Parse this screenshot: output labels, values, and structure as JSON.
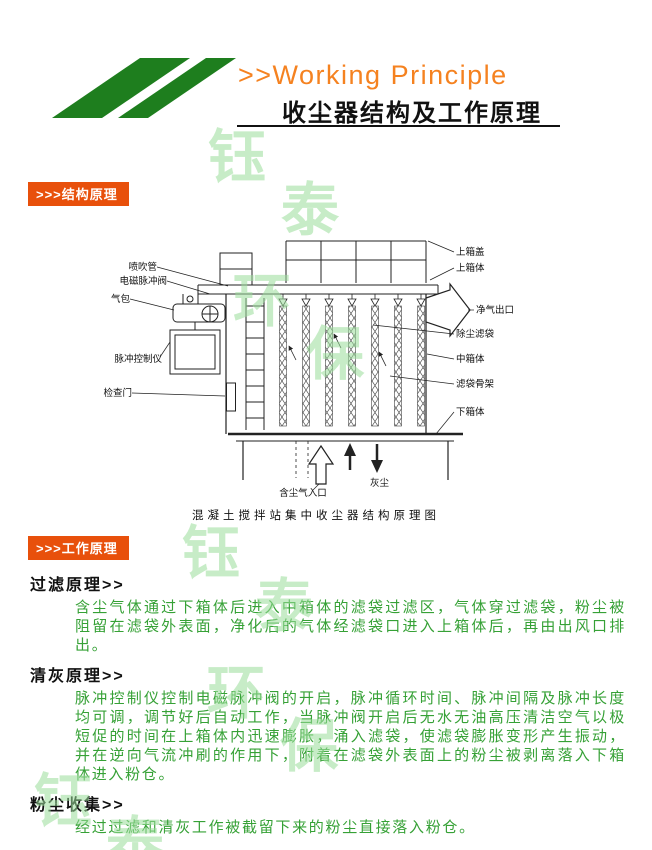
{
  "header": {
    "title_en": ">>Working Principle",
    "title_zh": "收尘器结构及工作原理"
  },
  "badges": {
    "structure": ">>>结构原理",
    "working": ">>>工作原理"
  },
  "diagram": {
    "caption": "混凝土搅拌站集中收尘器结构原理图",
    "labels": {
      "spray_pipe": "喷吹管",
      "solenoid_pulse_valve": "电磁脉冲阀",
      "air_bag": "气包",
      "pulse_controller": "脉冲控制仪",
      "inspection_door": "检查门",
      "top_cover": "上箱盖",
      "upper_box": "上箱体",
      "clean_air_outlet": "净气出口",
      "dust_filter_bag": "除尘滤袋",
      "middle_box": "中箱体",
      "bag_cage": "滤袋骨架",
      "lower_box": "下箱体",
      "dusty_air_inlet": "含尘气入口",
      "dust": "灰尘"
    }
  },
  "content": {
    "filter": {
      "heading": "过滤原理>>",
      "body": "含尘气体通过下箱体后进入中箱体的滤袋过滤区，气体穿过滤袋，粉尘被阻留在滤袋外表面，净化后的气体经滤袋口进入上箱体后，再由出风口排出。"
    },
    "cleaning": {
      "heading": "清灰原理>>",
      "body": "脉冲控制仪控制电磁脉冲阀的开启，脉冲循环时间、脉冲间隔及脉冲长度均可调，调节好后自动工作，当脉冲阀开启后无水无油高压清洁空气以极短促的时间在上箱体内迅速膨胀，涌入滤袋，使滤袋膨胀变形产生振动，并在逆向气流冲刷的作用下，附着在滤袋外表面上的粉尘被剥离落入下箱体进入粉仓。"
    },
    "collection": {
      "heading": "粉尘收集>>",
      "body": "经过过滤和清灰工作被截留下来的粉尘直接落入粉仓。"
    }
  },
  "watermark": {
    "chars": [
      "钰",
      "泰",
      "环",
      "保"
    ]
  },
  "colors": {
    "accent_orange": "#f58220",
    "badge_orange": "#e8500b",
    "stripe_green": "#1e7e1e",
    "body_text_green": "#36a136",
    "watermark_green": "#9ade9a"
  }
}
